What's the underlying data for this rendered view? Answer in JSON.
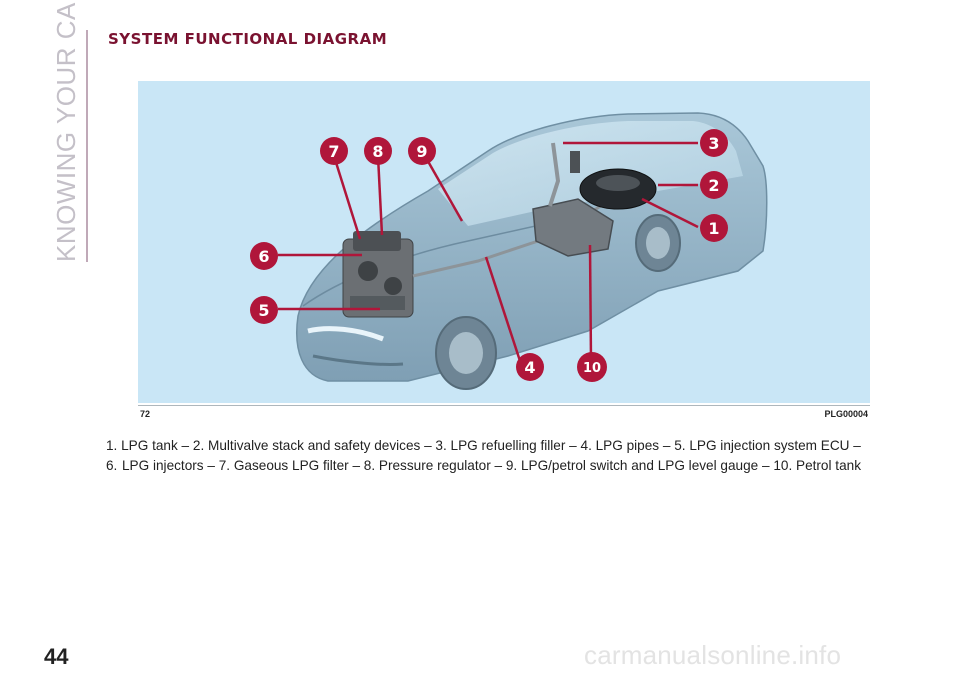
{
  "side_tab": {
    "label": "KNOWING YOUR CAR"
  },
  "section": {
    "title": "SYSTEM FUNCTIONAL DIAGRAM"
  },
  "figure": {
    "number": "72",
    "code": "PLG00004",
    "callouts": [
      "1",
      "2",
      "3",
      "4",
      "5",
      "6",
      "7",
      "8",
      "9",
      "10"
    ],
    "colors": {
      "background": "#c9e6f6",
      "callout": "#b0163a",
      "car_body": "#8fb1c6"
    }
  },
  "caption": {
    "line1": "1. LPG tank – 2. Multivalve stack and safety devices – 3. LPG refuelling filler – 4. LPG pipes – 5. LPG injection system ECU –",
    "line2_num": "6.",
    "line2": "LPG injectors – 7. Gaseous LPG filter – 8. Pressure regulator – 9. LPG/petrol switch and LPG level gauge – 10. Petrol tank"
  },
  "page": {
    "number": "44"
  },
  "watermark": "carmanualsonline.info"
}
